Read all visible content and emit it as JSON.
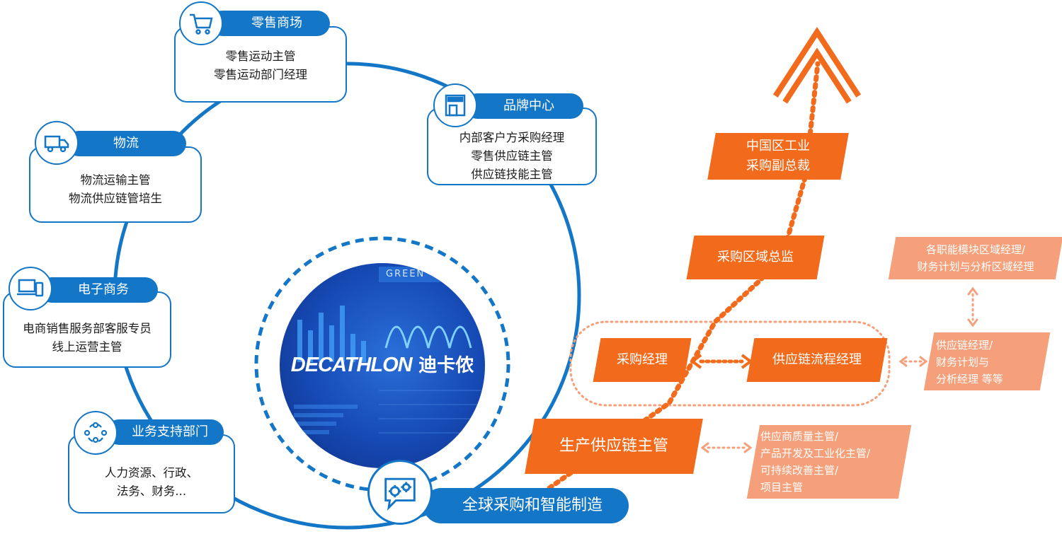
{
  "departments": {
    "retail": {
      "label": "零售商场",
      "roles": [
        "零售运动主管",
        "零售运动部门经理"
      ],
      "icon": "shopping-cart-icon"
    },
    "brand": {
      "label": "品牌中心",
      "roles": [
        "内部客户方采购经理",
        "零售供应链主管",
        "供应链技能主管"
      ],
      "icon": "storefront-icon"
    },
    "logistics": {
      "label": "物流",
      "roles": [
        "物流运输主管",
        "物流供应链管培生"
      ],
      "icon": "truck-icon"
    },
    "ecommerce": {
      "label": "电子商务",
      "roles": [
        "电商销售服务部客服专员",
        "线上运营主管"
      ],
      "icon": "devices-icon"
    },
    "support": {
      "label": "业务支持部门",
      "roles": [
        "人力资源、行政、",
        "法务、财务..."
      ],
      "icon": "team-icon"
    },
    "sourcing": {
      "label": "全球采购和智能制造",
      "icon": "gears-chat-icon"
    }
  },
  "brand_logo": {
    "wordmark": "DECATHLON",
    "chinese": "迪卡侬",
    "dashboard_title": "GREEN"
  },
  "career_path": {
    "vp": [
      "中国区工业",
      "采购副总裁"
    ],
    "director": "采购区域总监",
    "purchasing_manager": "采购经理",
    "process_manager": "供应链流程经理",
    "production_supervisor": "生产供应链主管"
  },
  "side_roles": {
    "functional": [
      "各职能模块区域经理/",
      "财务计划与分析区域经理"
    ],
    "scm_finance": [
      "供应链经理/",
      "财务计划与",
      "分析经理 等等"
    ],
    "quality": [
      "供应商质量主管/",
      "产品开发及工业化主管/",
      "可持续改善主管/",
      "项目主管"
    ]
  },
  "colors": {
    "blue": "#1476c6",
    "orange": "#f26a1b",
    "light_orange": "#f5a07a"
  }
}
